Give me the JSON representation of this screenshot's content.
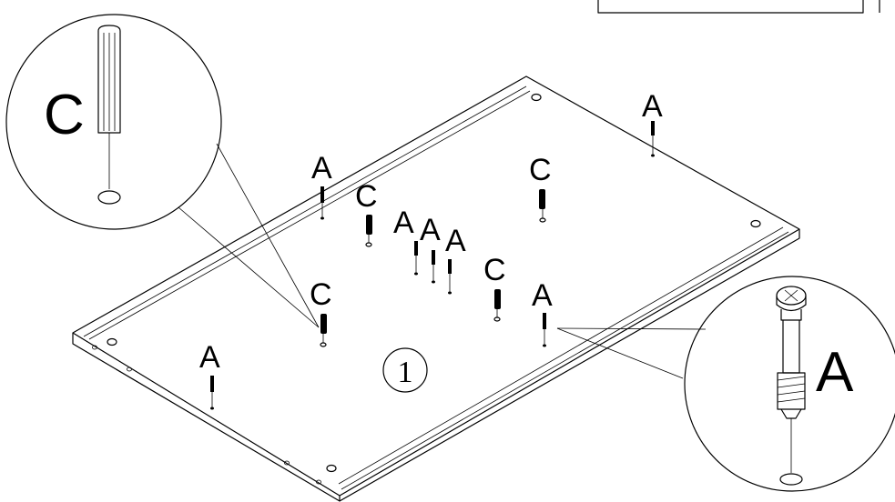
{
  "labels": {
    "part_a": "A",
    "part_c": "C"
  },
  "step_number": "1",
  "colors": {
    "ink": "#000000",
    "paper": "#ffffff"
  },
  "icons": {
    "pin": "dowel-pin-icon",
    "screw": "cam-bolt-icon"
  }
}
